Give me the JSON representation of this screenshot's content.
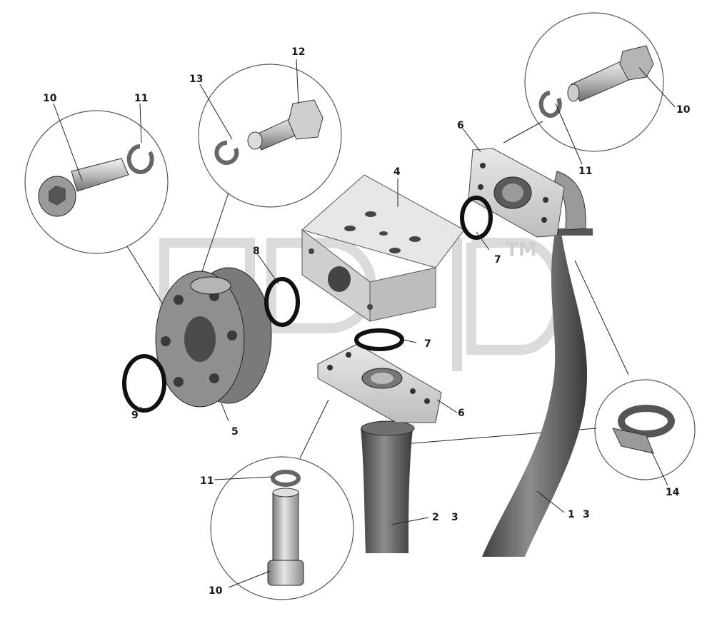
{
  "diagram": {
    "callouts": {
      "c1": "1",
      "c1b": "3",
      "c2": "2",
      "c2b": "3",
      "c4": "4",
      "c5": "5",
      "c6a": "6",
      "c6b": "6",
      "c7a": "7",
      "c7b": "7",
      "c8": "8",
      "c9": "9",
      "c10a": "10",
      "c10b": "10",
      "c10c": "10",
      "c11a": "11",
      "c11b": "11",
      "c11c": "11",
      "c12": "12",
      "c13": "13",
      "c14": "14"
    },
    "watermark": {
      "tm": "TM"
    }
  },
  "colors": {
    "part_light": "#d9d9d9",
    "part_mid": "#a8a8a8",
    "part_dark": "#4a4a4a",
    "hose": "#555555",
    "watermark": "#c8c8c8"
  }
}
